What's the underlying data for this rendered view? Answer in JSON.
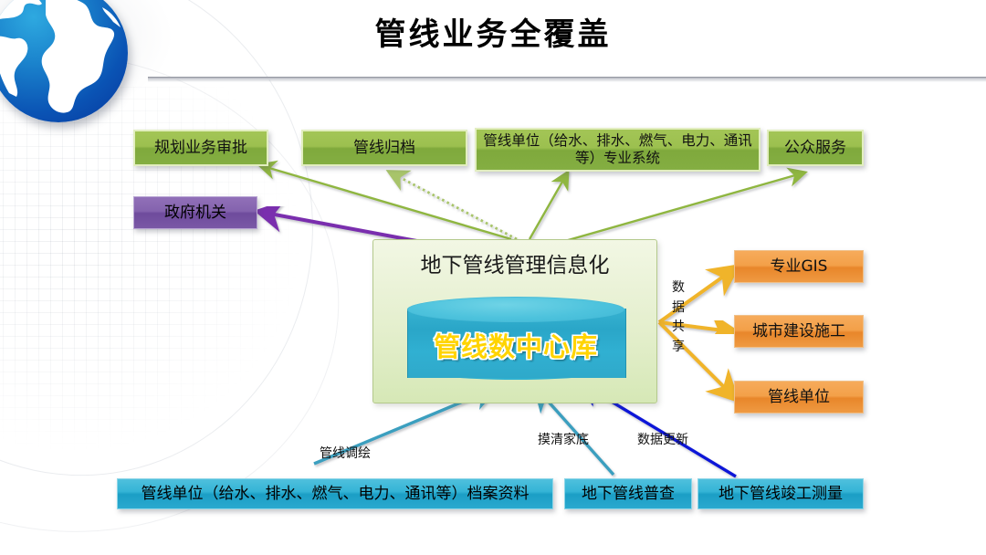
{
  "slide": {
    "title": "管线业务全覆盖",
    "logo_icon": "globe-icon"
  },
  "center": {
    "panel_title": "地下管线管理信息化",
    "database_label": "管线数中心库",
    "database_icon": "database-cylinder-icon"
  },
  "top_row": [
    {
      "id": "planning-approval",
      "label": "规划业务审批"
    },
    {
      "id": "pipeline-archiving",
      "label": "管线归档"
    },
    {
      "id": "pipeline-unit-systems",
      "label": "管线单位（给水、排水、燃气、电力、通讯等）专业系统"
    },
    {
      "id": "public-service",
      "label": "公众服务"
    }
  ],
  "government": {
    "label": "政府机关"
  },
  "share": {
    "vertical_label": [
      "数",
      "据",
      "共",
      "享"
    ],
    "targets": [
      {
        "id": "professional-gis",
        "label": "专业GIS"
      },
      {
        "id": "urban-construction",
        "label": "城市建设施工"
      },
      {
        "id": "pipeline-unit",
        "label": "管线单位"
      }
    ]
  },
  "sources": [
    {
      "id": "pipeline-unit-archives",
      "label": "管线单位（给水、排水、燃气、电力、通讯等）档案资料"
    },
    {
      "id": "underground-survey",
      "label": "地下管线普查"
    },
    {
      "id": "underground-as-built",
      "label": "地下管线竣工测量"
    }
  ],
  "flow_captions": [
    {
      "id": "pipeline-mapping",
      "label": "管线调绘"
    },
    {
      "id": "clarify-baseline",
      "label": "摸清家底"
    },
    {
      "id": "data-update",
      "label": "数据更新"
    }
  ],
  "colors": {
    "green_box": "#8fb63f",
    "purple_box": "#7a58a6",
    "orange_box": "#f0a04a",
    "cyan_box": "#2aa9cf",
    "center_panel": "#e4efcd",
    "cylinder_body": "#2fa9ca",
    "cylinder_top": "#4ec3dd",
    "cylinder_text": "#ffd400",
    "green_arrow": "#8fb63f",
    "purple_arrow": "#7a2fae",
    "orange_arrow": "#f0b429",
    "teal_arrow": "#3a9fbf",
    "blue_arrow": "#0a16d8",
    "title_text": "#000000"
  }
}
